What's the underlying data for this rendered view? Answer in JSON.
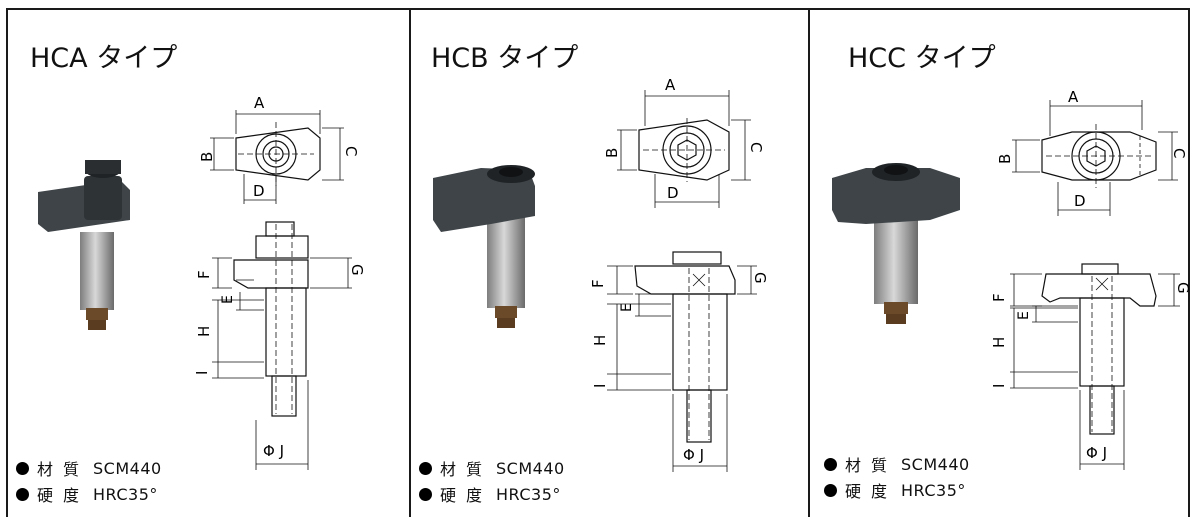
{
  "panels": [
    {
      "title": "HCA タイプ",
      "material_label1": "材",
      "material_label2": "質",
      "material_value": "SCM440",
      "hardness_label1": "硬",
      "hardness_label2": "度",
      "hardness_value": "HRC35°"
    },
    {
      "title": "HCB タイプ",
      "material_label1": "材",
      "material_label2": "質",
      "material_value": "SCM440",
      "hardness_label1": "硬",
      "hardness_label2": "度",
      "hardness_value": "HRC35°"
    },
    {
      "title": "HCC タイプ",
      "material_label1": "材",
      "material_label2": "質",
      "material_value": "SCM440",
      "hardness_label1": "硬",
      "hardness_label2": "度",
      "hardness_value": "HRC35°"
    }
  ],
  "dimension_labels": {
    "a": "A",
    "b": "B",
    "c": "C",
    "d": "D",
    "e": "E",
    "f": "F",
    "g": "G",
    "h": "H",
    "i": "I",
    "j": "Φ J"
  },
  "colors": {
    "border": "#1a1a1a",
    "clamp_body": "#3e4448",
    "shaft": "#a8a8a8",
    "thread": "#6b4a2a"
  }
}
